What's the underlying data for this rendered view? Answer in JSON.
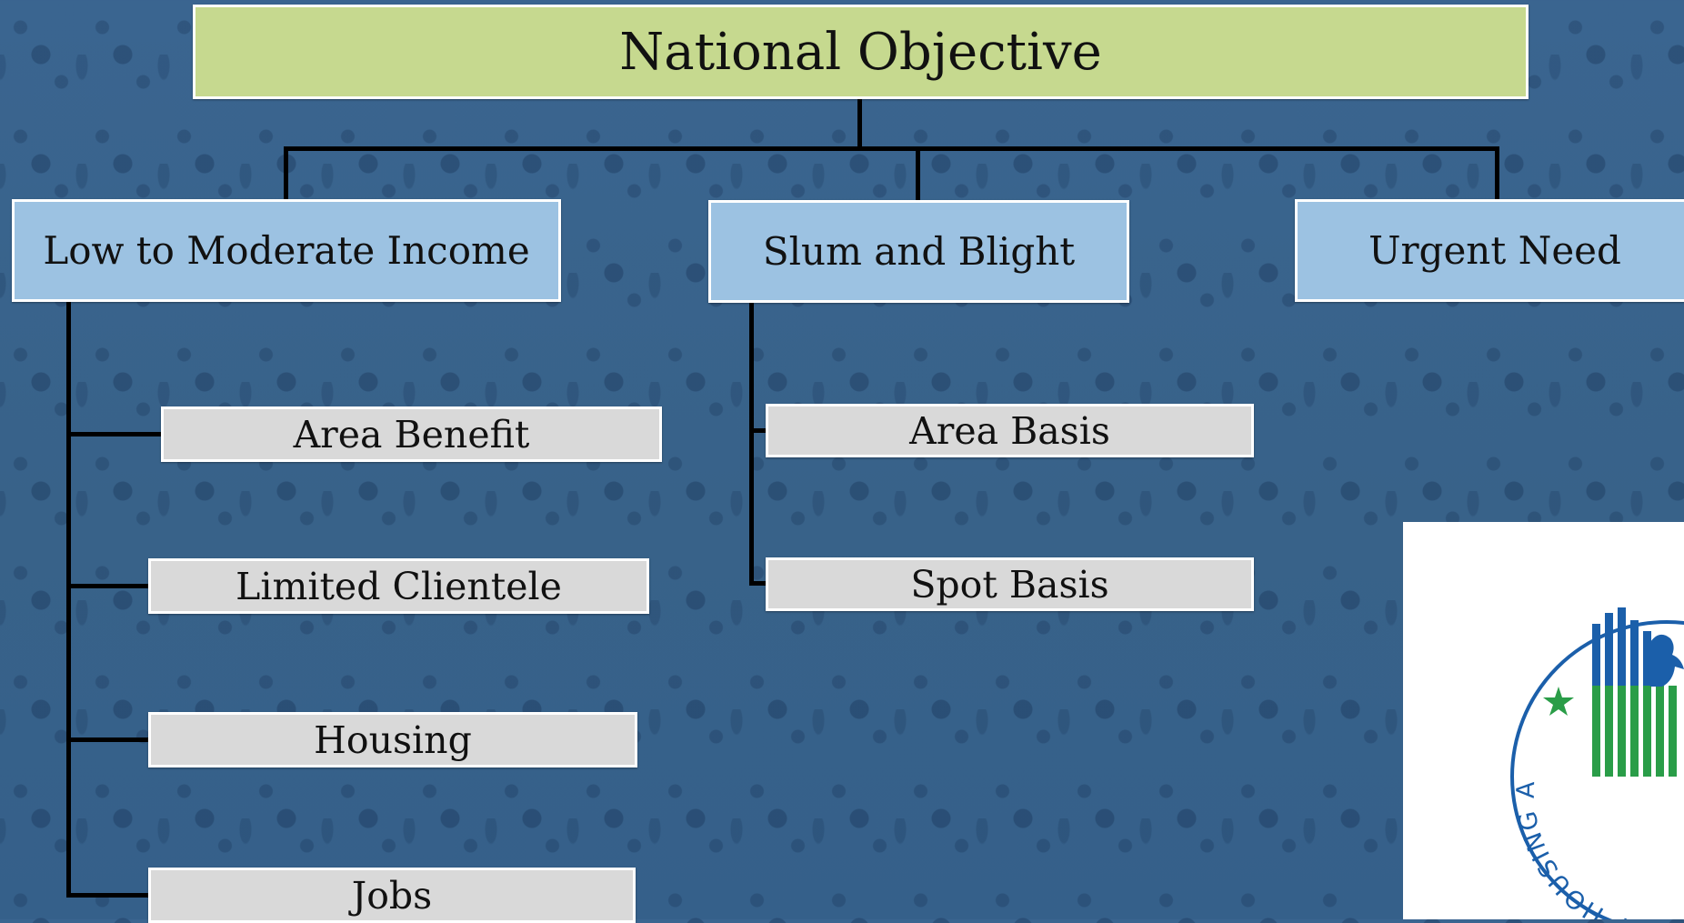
{
  "diagram": {
    "root": {
      "label": "National Objective"
    },
    "categories": [
      {
        "label": "Low to Moderate Income",
        "children": [
          "Area Benefit",
          "Limited Clientele",
          "Housing",
          "Jobs"
        ]
      },
      {
        "label": "Slum and Blight",
        "children": [
          "Area Basis",
          "Spot Basis"
        ]
      },
      {
        "label": "Urgent Need",
        "children": []
      }
    ]
  },
  "logo": {
    "seal_text": "U.S. DEPARTMENT OF HOUSING AND URBAN DEVELOPMENT",
    "icon": "hud-seal",
    "colors": {
      "blue": "#1b5faa",
      "green": "#2a9d48"
    }
  },
  "colors": {
    "root_fill": "#c6d98f",
    "category_fill": "#9cc2e2",
    "sub_fill": "#d9d9d9",
    "background": "#3b6691",
    "connector": "#000000"
  }
}
